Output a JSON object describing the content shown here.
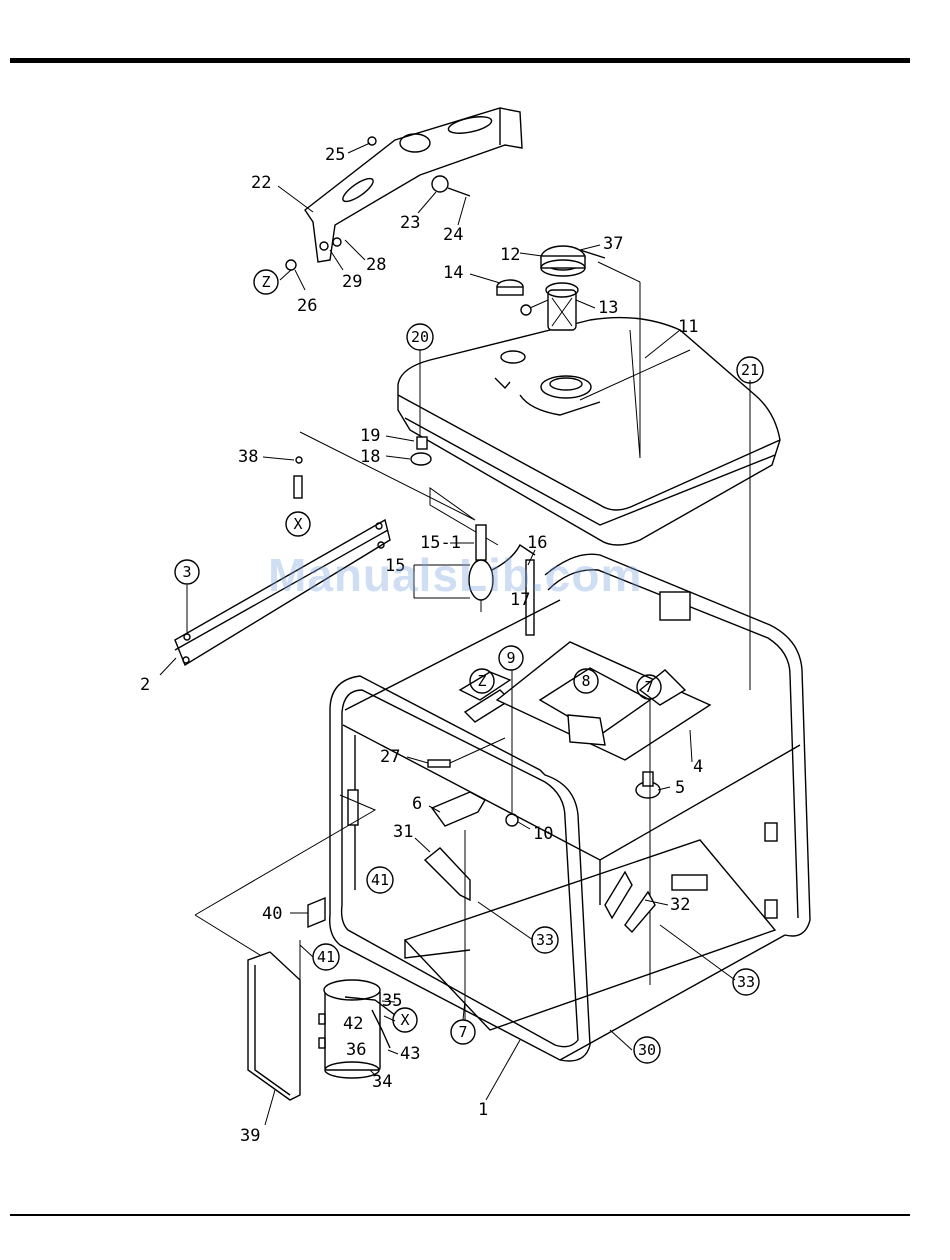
{
  "watermark": "ManualsLib.com",
  "parts": [
    {
      "id": "p1",
      "label": "1"
    },
    {
      "id": "p2",
      "label": "2"
    },
    {
      "id": "p4",
      "label": "4"
    },
    {
      "id": "p5",
      "label": "5"
    },
    {
      "id": "p6",
      "label": "6"
    },
    {
      "id": "p10",
      "label": "10"
    },
    {
      "id": "p11",
      "label": "11"
    },
    {
      "id": "p12",
      "label": "12"
    },
    {
      "id": "p13",
      "label": "13"
    },
    {
      "id": "p14",
      "label": "14"
    },
    {
      "id": "p15",
      "label": "15"
    },
    {
      "id": "p15-1",
      "label": "15-1"
    },
    {
      "id": "p16",
      "label": "16"
    },
    {
      "id": "p17",
      "label": "17"
    },
    {
      "id": "p18",
      "label": "18"
    },
    {
      "id": "p19",
      "label": "19"
    },
    {
      "id": "p22",
      "label": "22"
    },
    {
      "id": "p23",
      "label": "23"
    },
    {
      "id": "p24",
      "label": "24"
    },
    {
      "id": "p25",
      "label": "25"
    },
    {
      "id": "p26",
      "label": "26"
    },
    {
      "id": "p27",
      "label": "27"
    },
    {
      "id": "p28",
      "label": "28"
    },
    {
      "id": "p29",
      "label": "29"
    },
    {
      "id": "p31",
      "label": "31"
    },
    {
      "id": "p32",
      "label": "32"
    },
    {
      "id": "p34",
      "label": "34"
    },
    {
      "id": "p35",
      "label": "35"
    },
    {
      "id": "p36",
      "label": "36"
    },
    {
      "id": "p37",
      "label": "37"
    },
    {
      "id": "p38",
      "label": "38"
    },
    {
      "id": "p39",
      "label": "39"
    },
    {
      "id": "p40",
      "label": "40"
    },
    {
      "id": "p42",
      "label": "42"
    },
    {
      "id": "p43",
      "label": "43"
    }
  ],
  "circled": [
    {
      "id": "c3",
      "label": "3"
    },
    {
      "id": "c7a",
      "label": "7"
    },
    {
      "id": "c7b",
      "label": "7"
    },
    {
      "id": "c8",
      "label": "8"
    },
    {
      "id": "c9",
      "label": "9"
    },
    {
      "id": "c20",
      "label": "20"
    },
    {
      "id": "c21",
      "label": "21"
    },
    {
      "id": "c30",
      "label": "30"
    },
    {
      "id": "c33a",
      "label": "33"
    },
    {
      "id": "c33b",
      "label": "33"
    },
    {
      "id": "c41a",
      "label": "41"
    },
    {
      "id": "c41b",
      "label": "41"
    },
    {
      "id": "cZa",
      "label": "Z"
    },
    {
      "id": "cZb",
      "label": "Z"
    },
    {
      "id": "cXa",
      "label": "X"
    },
    {
      "id": "cXb",
      "label": "X"
    }
  ]
}
